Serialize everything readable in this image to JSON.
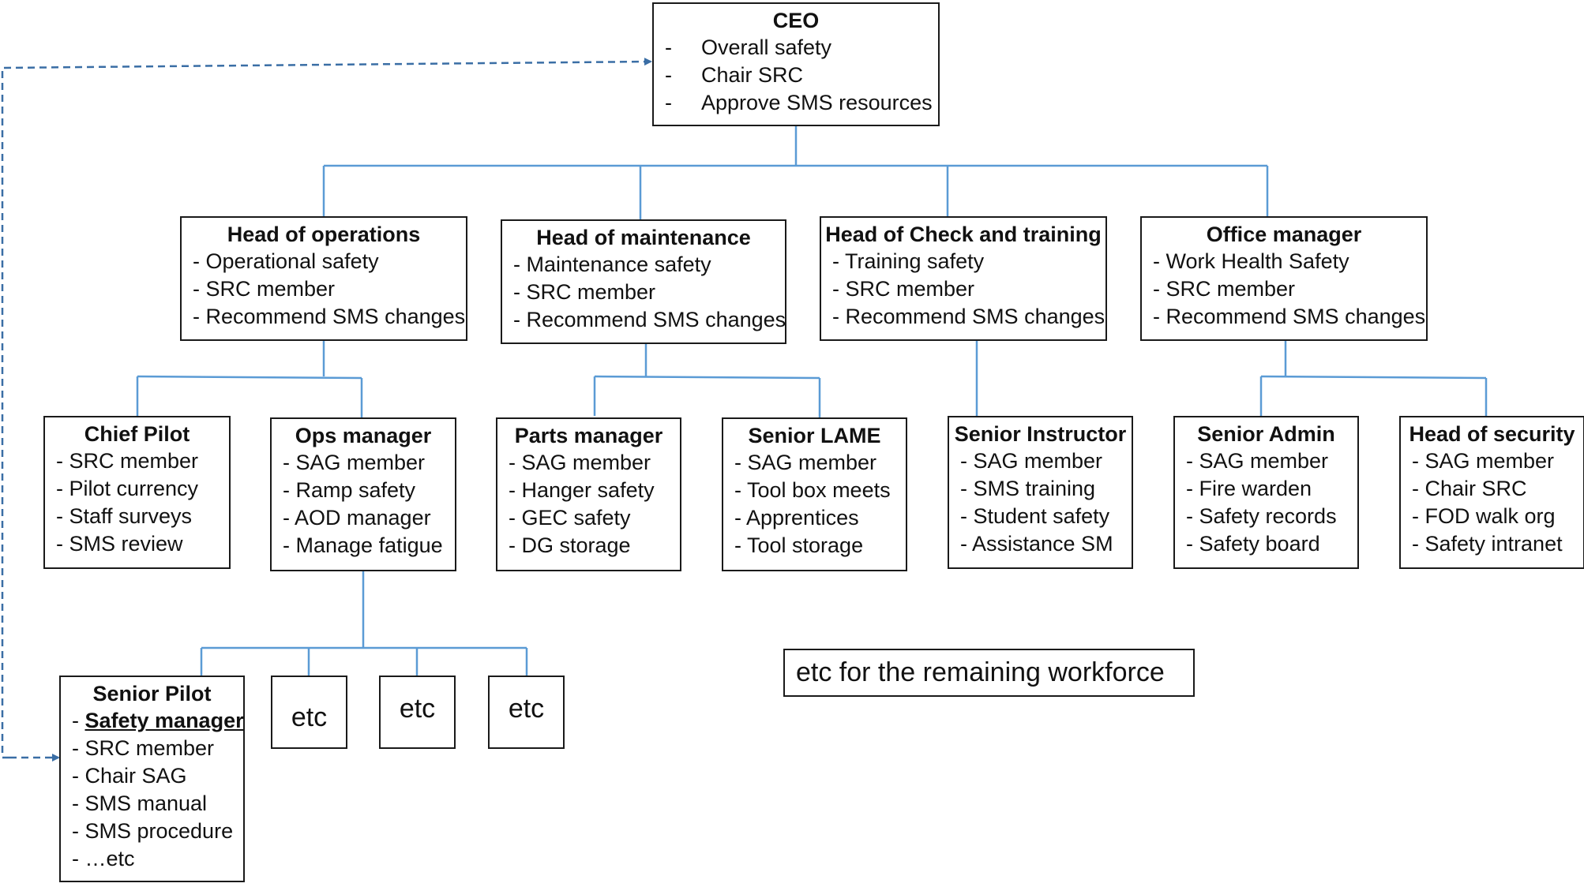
{
  "ceo": {
    "title": "CEO",
    "items": [
      "Overall safety",
      "Chair SRC",
      "Approve SMS resources"
    ]
  },
  "heads": [
    {
      "title": "Head of operations",
      "items": [
        "- Operational safety",
        "- SRC member",
        "- Recommend SMS changes"
      ]
    },
    {
      "title": "Head of maintenance",
      "items": [
        "- Maintenance safety",
        "- SRC member",
        "- Recommend SMS changes"
      ]
    },
    {
      "title": "Head of Check and training",
      "items": [
        "- Training safety",
        "- SRC member",
        "- Recommend SMS changes"
      ]
    },
    {
      "title": "Office manager",
      "items": [
        "- Work Health Safety",
        "- SRC member",
        "- Recommend SMS changes"
      ]
    }
  ],
  "staff": [
    {
      "title": "Chief Pilot",
      "items": [
        "- SRC member",
        "- Pilot currency",
        "- Staff surveys",
        "- SMS review"
      ]
    },
    {
      "title": "Ops manager",
      "items": [
        "- SAG member",
        "- Ramp safety",
        "- AOD manager",
        "- Manage fatigue"
      ]
    },
    {
      "title": "Parts manager",
      "items": [
        "- SAG member",
        "- Hanger safety",
        "- GEC safety",
        "- DG storage"
      ]
    },
    {
      "title": "Senior LAME",
      "items": [
        "- SAG member",
        "- Tool box meets",
        "- Apprentices",
        "- Tool storage"
      ]
    },
    {
      "title": "Senior Instructor",
      "items": [
        "- SAG member",
        "- SMS training",
        "- Student safety",
        "- Assistance SM"
      ]
    },
    {
      "title": "Senior Admin",
      "items": [
        "- SAG member",
        "- Fire warden",
        "- Safety records",
        "- Safety board"
      ]
    },
    {
      "title": "Head of security",
      "items": [
        "- SAG member",
        "- Chair SRC",
        "- FOD walk org",
        "- Safety intranet"
      ]
    }
  ],
  "senior_pilot": {
    "title": "Senior Pilot",
    "emph_dash": "- ",
    "emph_item": "Safety manager",
    "items": [
      "- SRC member",
      "- Chair SAG",
      "- SMS manual",
      "- SMS procedure",
      "- …etc"
    ]
  },
  "etc_boxes": [
    "etc",
    "etc",
    "etc"
  ],
  "note": "etc for the remaining workforce",
  "colors": {
    "connector": "#5b9bd5",
    "dashed_arrow": "#3a6ea5",
    "border": "#1a1a1a"
  }
}
